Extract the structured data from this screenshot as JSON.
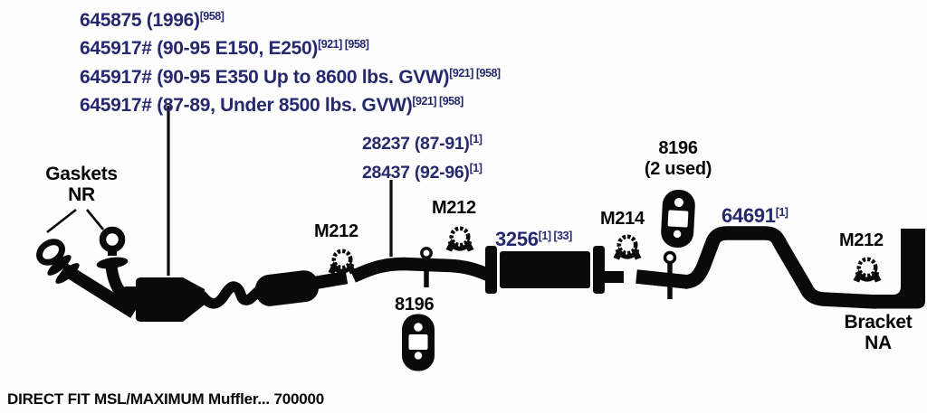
{
  "colors": {
    "part_number_text": "#26296d",
    "label_text": "#060606",
    "diagram_ink": "#0a0a0a",
    "background": "#fdfdfd"
  },
  "part_list": [
    {
      "text": "645875 (1996)",
      "sup": "[958]"
    },
    {
      "text": "645917# (90-95 E150, E250)",
      "sup": "[921] [958]"
    },
    {
      "text": "645917# (90-95 E350 Up to 8600 lbs. GVW)",
      "sup": "[921] [958]"
    },
    {
      "text": "645917# (87-89, Under 8500 lbs. GVW)",
      "sup": "[921] [958]"
    }
  ],
  "mid_list": [
    {
      "text": "28237 (87-91)",
      "sup": "[1]"
    },
    {
      "text": "28437 (92-96)",
      "sup": "[1]"
    }
  ],
  "labels": {
    "gaskets_line1": "Gaskets",
    "gaskets_line2": "NR",
    "clamp1": "M212",
    "clamp2": "M212",
    "clamp3": "M214",
    "clamp4": "M212",
    "hanger_top_line1": "8196",
    "hanger_top_line2": "(2 used)",
    "hanger_bottom": "8196",
    "muffler_text": "3256",
    "muffler_sup": "[1] [33]",
    "tailpipe_text": "64691",
    "tailpipe_sup": "[1]",
    "bracket_line1": "Bracket",
    "bracket_line2": "NA"
  },
  "footer": "DIRECT FIT MSL/MAXIMUM Muffler... 700000",
  "icons": {
    "clamp": "exhaust-clamp-icon",
    "hanger_bracket": "rubber-hanger-bracket-icon",
    "hanger_pin": "hanger-pin-icon",
    "gasket": "flange-gasket-icon"
  }
}
